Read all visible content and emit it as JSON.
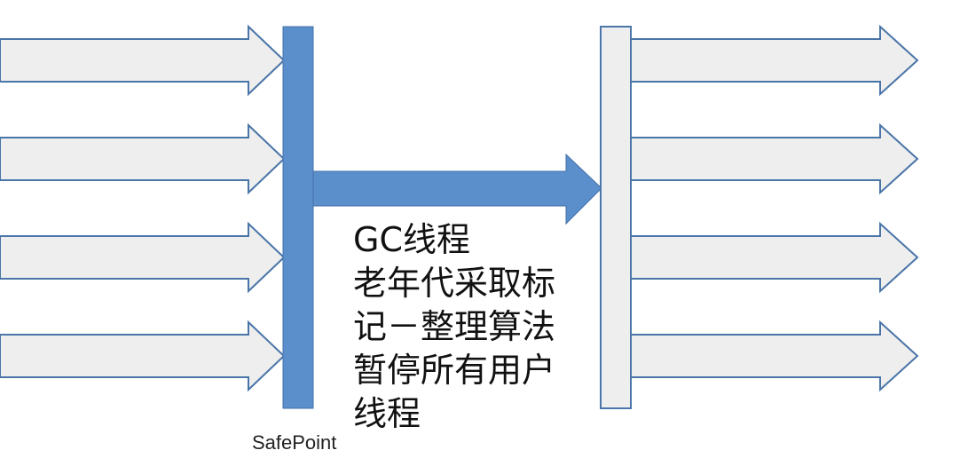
{
  "labels": {
    "gc_lines": [
      "GC线程",
      "老年代采取标",
      "记－整理算法",
      "暂停所有用户",
      "线程"
    ],
    "safepoint": "SafePoint"
  },
  "colors": {
    "thread_fill": "#eeeeee",
    "thread_stroke": "#4a75a8",
    "gc_fill": "#5b8fcc",
    "gc_stroke": "#4472a8",
    "right_bar_fill": "#eeeeee",
    "right_bar_stroke": "#4a75a8"
  },
  "icons": {
    "user_thread": "right-arrow-icon",
    "gc_thread": "right-arrow-icon"
  }
}
